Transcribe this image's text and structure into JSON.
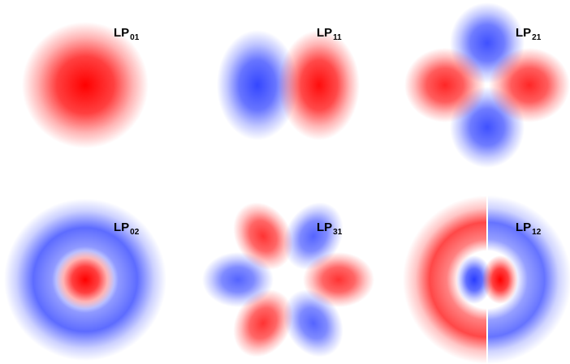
{
  "colors": {
    "positive": "#ff0000",
    "negative": "#2a3dff",
    "background": "#ffffff"
  },
  "modes": [
    {
      "base": "LP",
      "sub": "01",
      "l": 0,
      "m": 1
    },
    {
      "base": "LP",
      "sub": "11",
      "l": 1,
      "m": 1
    },
    {
      "base": "LP",
      "sub": "21",
      "l": 2,
      "m": 1
    },
    {
      "base": "LP",
      "sub": "02",
      "l": 0,
      "m": 2
    },
    {
      "base": "LP",
      "sub": "31",
      "l": 3,
      "m": 1
    },
    {
      "base": "LP",
      "sub": "12",
      "l": 1,
      "m": 2
    }
  ]
}
